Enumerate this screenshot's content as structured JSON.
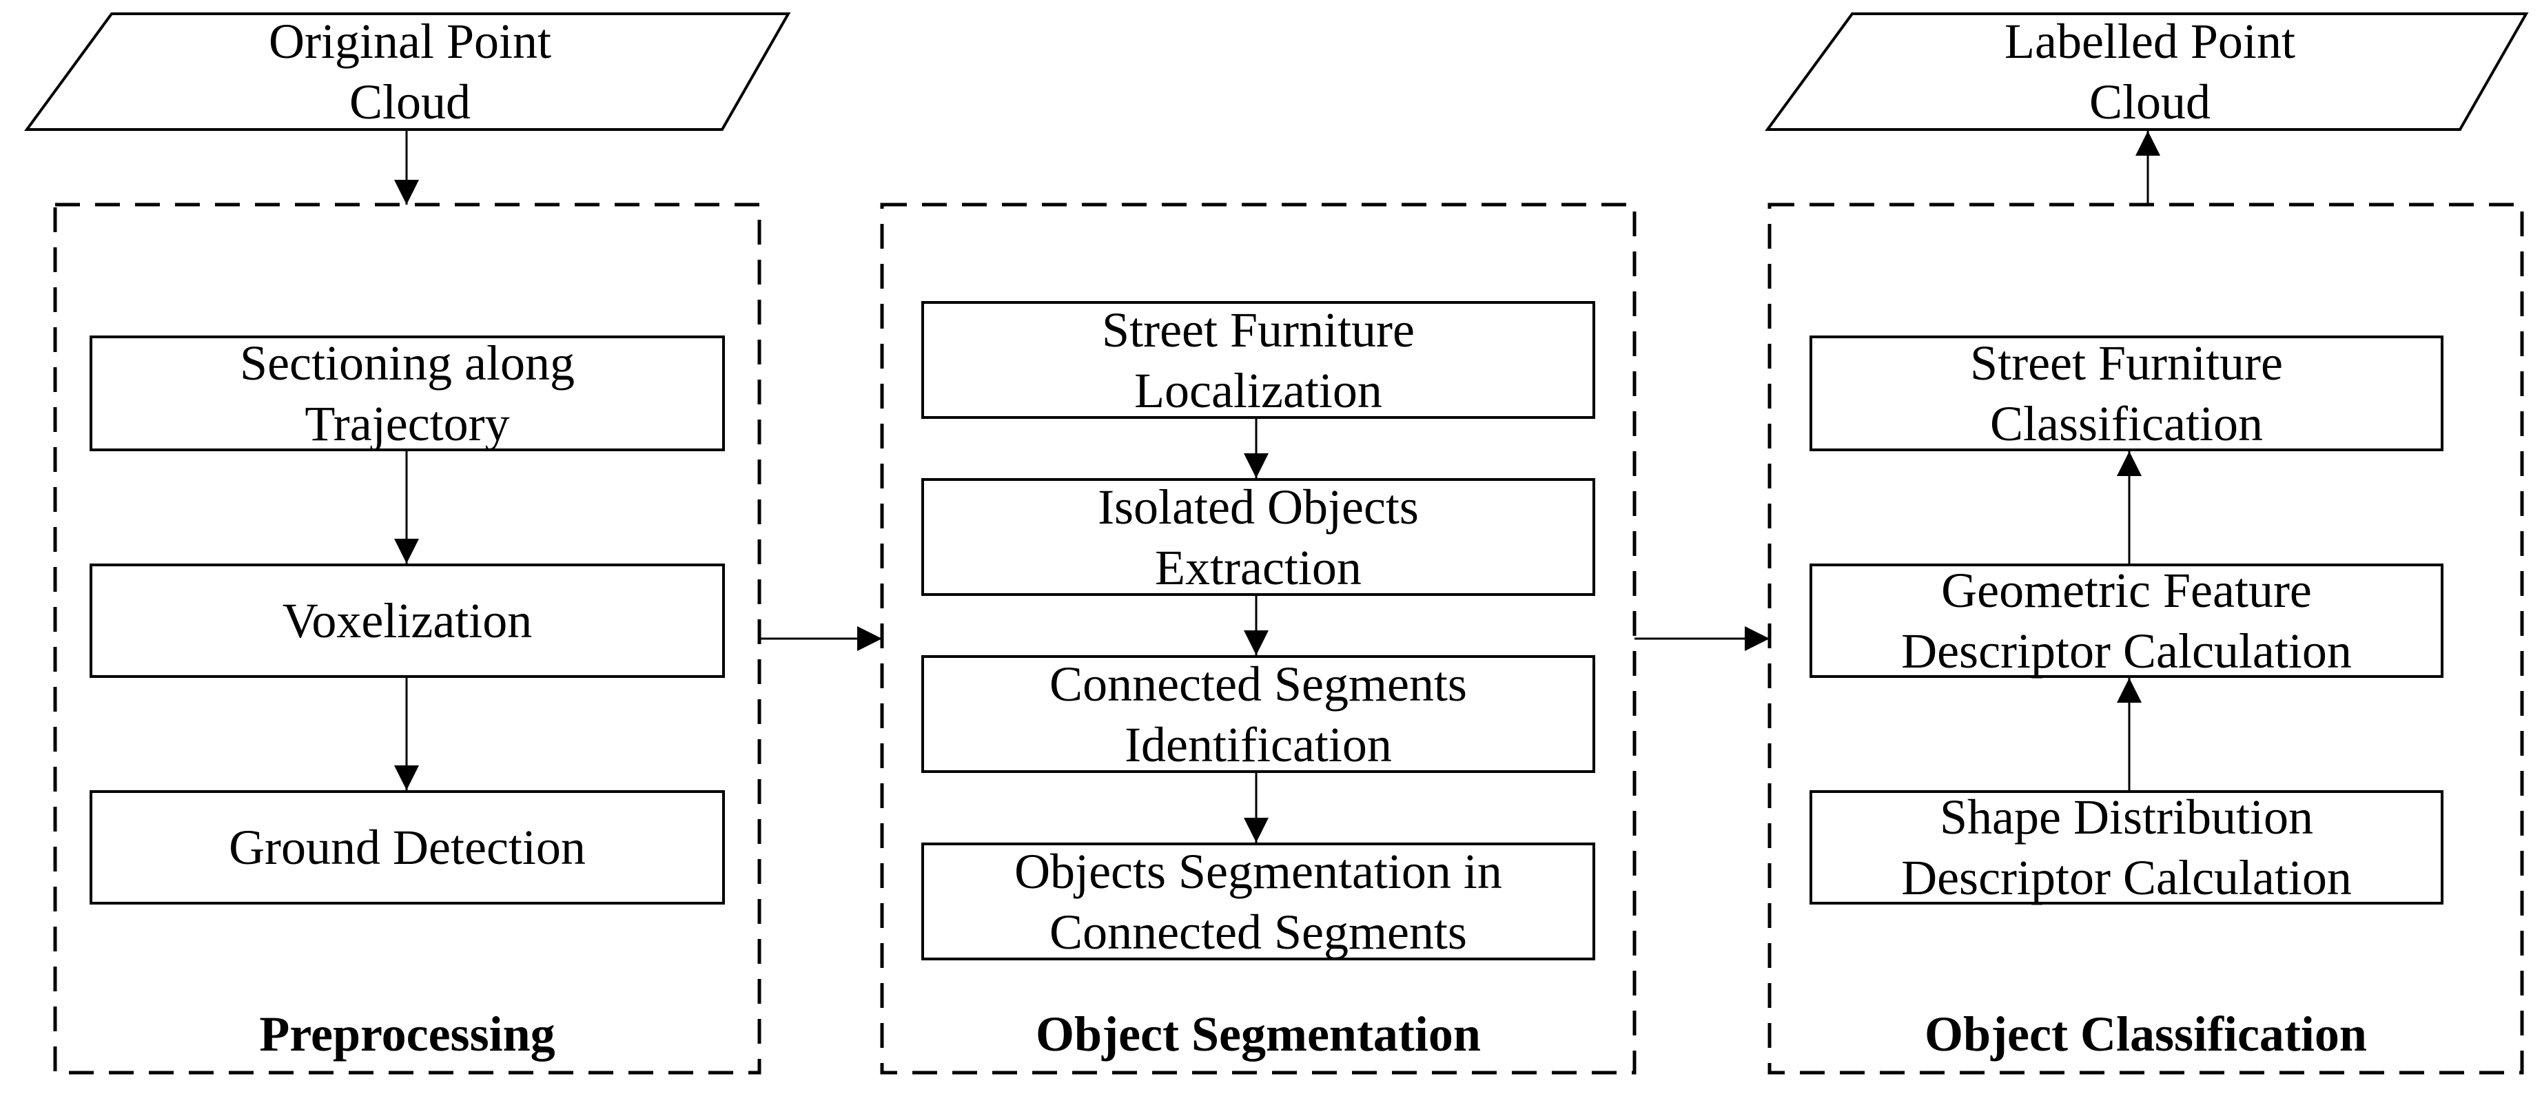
{
  "input": {
    "label": "Original Point\nCloud"
  },
  "output": {
    "label": "Labelled Point\nCloud"
  },
  "stages": [
    {
      "title": "Preprocessing",
      "steps": [
        "Sectioning along\nTrajectory",
        "Voxelization",
        "Ground Detection"
      ]
    },
    {
      "title": "Object Segmentation",
      "steps": [
        "Street Furniture\nLocalization",
        "Isolated Objects\nExtraction",
        "Connected Segments\nIdentification",
        "Objects Segmentation in\nConnected Segments"
      ]
    },
    {
      "title": "Object Classification",
      "steps": [
        "Street Furniture\nClassification",
        "Geometric Feature\nDescriptor Calculation",
        "Shape Distribution\nDescriptor Calculation"
      ]
    }
  ]
}
